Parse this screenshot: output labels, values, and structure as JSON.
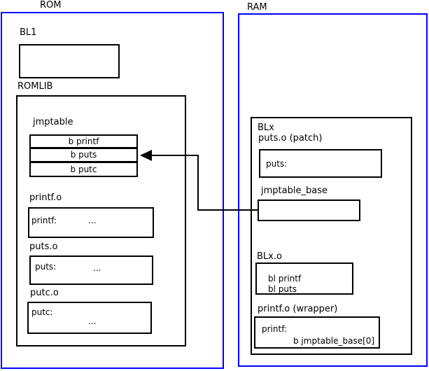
{
  "colors": {
    "region_border": "#0000ff",
    "box_border": "#000000",
    "background": "#ffffff",
    "text": "#000000"
  },
  "rom": {
    "title": "ROM",
    "bl1": {
      "label": "BL1"
    },
    "romlib": {
      "label": "ROMLIB",
      "jmptable": {
        "label": "jmptable",
        "entries": [
          "b printf",
          "b puts",
          "b putc"
        ]
      },
      "objects": [
        {
          "label": "printf.o",
          "symbol": "printf:",
          "ellipsis": "..."
        },
        {
          "label": "puts.o",
          "symbol": "puts:",
          "ellipsis": "..."
        },
        {
          "label": "putc.o",
          "symbol": "putc:",
          "ellipsis": "..."
        }
      ]
    }
  },
  "ram": {
    "title": "RAM",
    "blx": {
      "label": "BLx",
      "puts_patch": {
        "label": "puts.o (patch)",
        "symbol": "puts:"
      },
      "jmptable_base": {
        "label": "jmptable_base"
      },
      "blx_o": {
        "label": "BLx.o",
        "instructions": [
          "bl printf",
          "bl puts"
        ]
      },
      "printf_wrapper": {
        "label": "printf.o (wrapper)",
        "symbol": "printf:",
        "instruction": "b jmptable_base[0]"
      }
    }
  }
}
